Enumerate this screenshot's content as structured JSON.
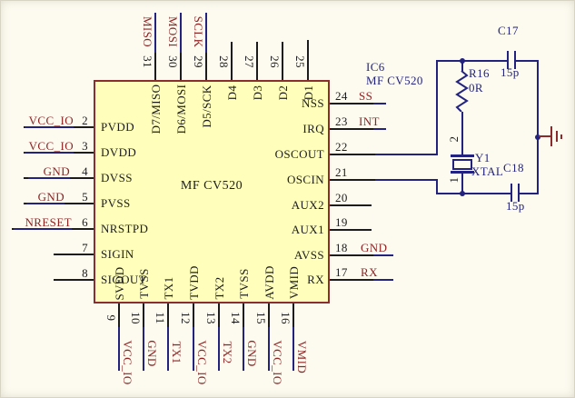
{
  "schematic": {
    "ic": {
      "designator": "IC6",
      "part_number": "MF CV520",
      "center_label": "MF CV520",
      "left_pins": [
        {
          "num": "2",
          "name": "PVDD",
          "net": "VCC_IO"
        },
        {
          "num": "3",
          "name": "DVDD",
          "net": "VCC_IO"
        },
        {
          "num": "4",
          "name": "DVSS",
          "net": "GND"
        },
        {
          "num": "5",
          "name": "PVSS",
          "net": "GND"
        },
        {
          "num": "6",
          "name": "NRSTPD",
          "net": "NRESET"
        },
        {
          "num": "7",
          "name": "SIGIN",
          "net": ""
        },
        {
          "num": "8",
          "name": "SIGOUT",
          "net": ""
        }
      ],
      "right_pins": [
        {
          "num": "24",
          "name": "NSS",
          "net": "SS"
        },
        {
          "num": "23",
          "name": "IRQ",
          "net": "INT"
        },
        {
          "num": "22",
          "name": "OSCOUT",
          "net": ""
        },
        {
          "num": "21",
          "name": "OSCIN",
          "net": ""
        },
        {
          "num": "20",
          "name": "AUX2",
          "net": ""
        },
        {
          "num": "19",
          "name": "AUX1",
          "net": ""
        },
        {
          "num": "18",
          "name": "AVSS",
          "net": "GND"
        },
        {
          "num": "17",
          "name": "RX",
          "net": "RX"
        }
      ],
      "top_pins": [
        {
          "num": "31",
          "name": "D7/MISO",
          "net": "MISO"
        },
        {
          "num": "30",
          "name": "D6/MOSI",
          "net": "MOSI"
        },
        {
          "num": "29",
          "name": "D5/SCK",
          "net": "SCLK"
        },
        {
          "num": "28",
          "name": "D4",
          "net": ""
        },
        {
          "num": "27",
          "name": "D3",
          "net": ""
        },
        {
          "num": "26",
          "name": "D2",
          "net": ""
        },
        {
          "num": "25",
          "name": "D1",
          "net": ""
        }
      ],
      "bottom_pins": [
        {
          "num": "9",
          "name": "SVDD",
          "net": "VCC_IO"
        },
        {
          "num": "10",
          "name": "TVSS",
          "net": "GND"
        },
        {
          "num": "11",
          "name": "TX1",
          "net": "TX1"
        },
        {
          "num": "12",
          "name": "TVDD",
          "net": "VCC_IO"
        },
        {
          "num": "13",
          "name": "TX2",
          "net": "TX2"
        },
        {
          "num": "14",
          "name": "TVSS",
          "net": "GND"
        },
        {
          "num": "15",
          "name": "AVDD",
          "net": "VCC_IO"
        },
        {
          "num": "16",
          "name": "VMID",
          "net": "VMID"
        }
      ]
    },
    "components": {
      "resistor": {
        "designator": "R16",
        "value": "0R"
      },
      "cap_top": {
        "designator": "C17",
        "value": "15p"
      },
      "cap_bottom": {
        "designator": "C18",
        "value": "15p"
      },
      "crystal": {
        "designator": "Y1",
        "value": "XTAL",
        "pin2": "2",
        "pin1": "1"
      }
    },
    "colors": {
      "background": "#fdfbf0",
      "ic_fill": "#ffffbb",
      "ic_border": "#8b2e2e",
      "wire": "#23237f",
      "pin": "#1c1c1c",
      "net_label": "#8e2424",
      "ground": "#8b2a2a"
    }
  }
}
